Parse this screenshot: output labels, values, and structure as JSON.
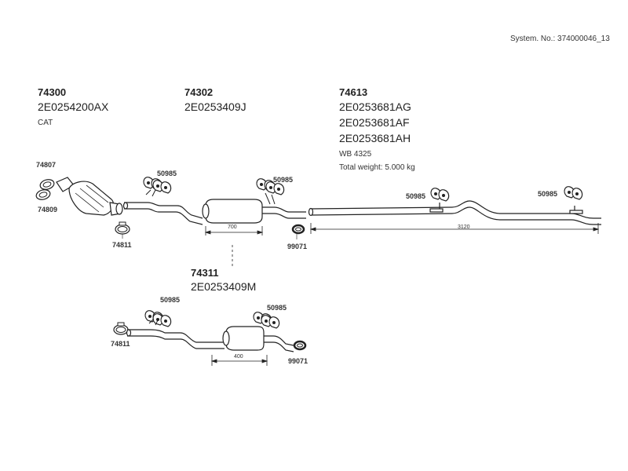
{
  "header": {
    "system_no": "System. No.: 374000046_13"
  },
  "groups": {
    "cat": {
      "part": "74300",
      "codes": [
        "2E0254200AX"
      ],
      "note": "CAT"
    },
    "front": {
      "part": "74302",
      "codes": [
        "2E0253409J"
      ]
    },
    "rear": {
      "part": "74613",
      "codes": [
        "2E0253681AG",
        "2E0253681AF",
        "2E0253681AH"
      ],
      "wb": "WB 4325",
      "weight": "Total weight: 5.000 kg"
    },
    "alt_front": {
      "part": "74311",
      "codes": [
        "2E0253409M"
      ]
    }
  },
  "callouts": {
    "gasket_a": "74807",
    "gasket_b": "74809",
    "clamp_top": "74811",
    "clamp_bottom": "74811",
    "hanger_1": "50985",
    "hanger_2": "50985",
    "hanger_3": "50985",
    "hanger_4": "50985",
    "hanger_5": "50985",
    "hanger_6": "50985",
    "ring_top": "99071",
    "ring_bottom": "99071"
  },
  "dimensions": {
    "front_len": "700",
    "rear_len": "3120",
    "alt_len": "400"
  }
}
